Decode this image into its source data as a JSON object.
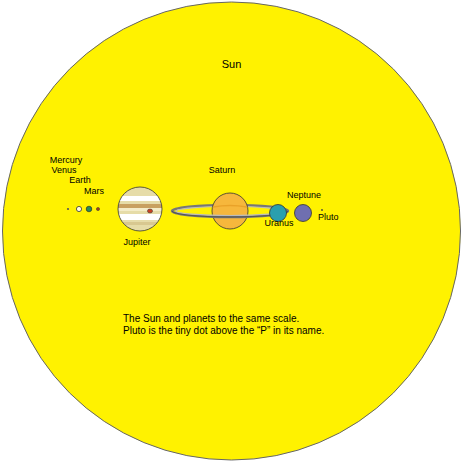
{
  "diagram": {
    "nodes": [
      {
        "text": [
          "Sun"
        ]
      }
    ],
    "labels": [
      "Mercury",
      "Venus",
      "Earth",
      "Mars",
      "Saturn",
      "Neptune",
      "Pluto",
      "Uranus",
      "Jupiter",
      "The Sun and planets to the same scale.",
      "Pluto is the tiny dot above the “P” in its name."
    ]
  }
}
